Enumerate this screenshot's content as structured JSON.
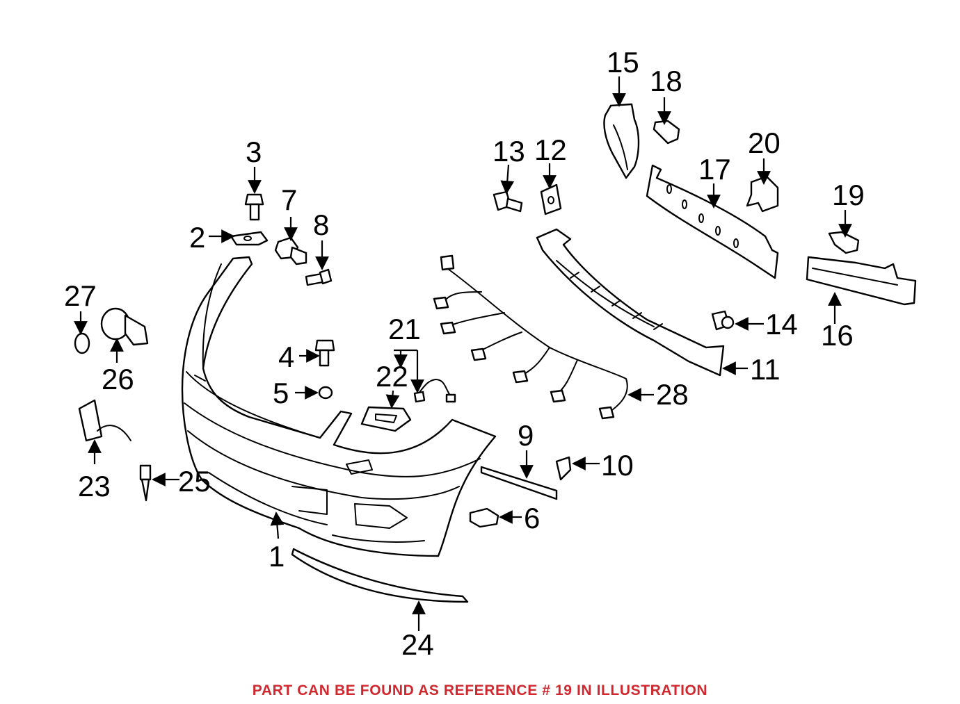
{
  "diagram": {
    "callouts": {
      "c1": "1",
      "c2": "2",
      "c3": "3",
      "c4": "4",
      "c5": "5",
      "c6": "6",
      "c7": "7",
      "c8": "8",
      "c9": "9",
      "c10": "10",
      "c11": "11",
      "c12": "12",
      "c13": "13",
      "c14": "14",
      "c15": "15",
      "c16": "16",
      "c17": "17",
      "c18": "18",
      "c19": "19",
      "c20": "20",
      "c21": "21",
      "c22": "22",
      "c23": "23",
      "c24": "24",
      "c25": "25",
      "c26": "26",
      "c27": "27",
      "c28": "28"
    }
  },
  "footer": {
    "note": "PART CAN BE FOUND AS REFERENCE # 19 IN ILLUSTRATION",
    "color": "#d0282e"
  }
}
